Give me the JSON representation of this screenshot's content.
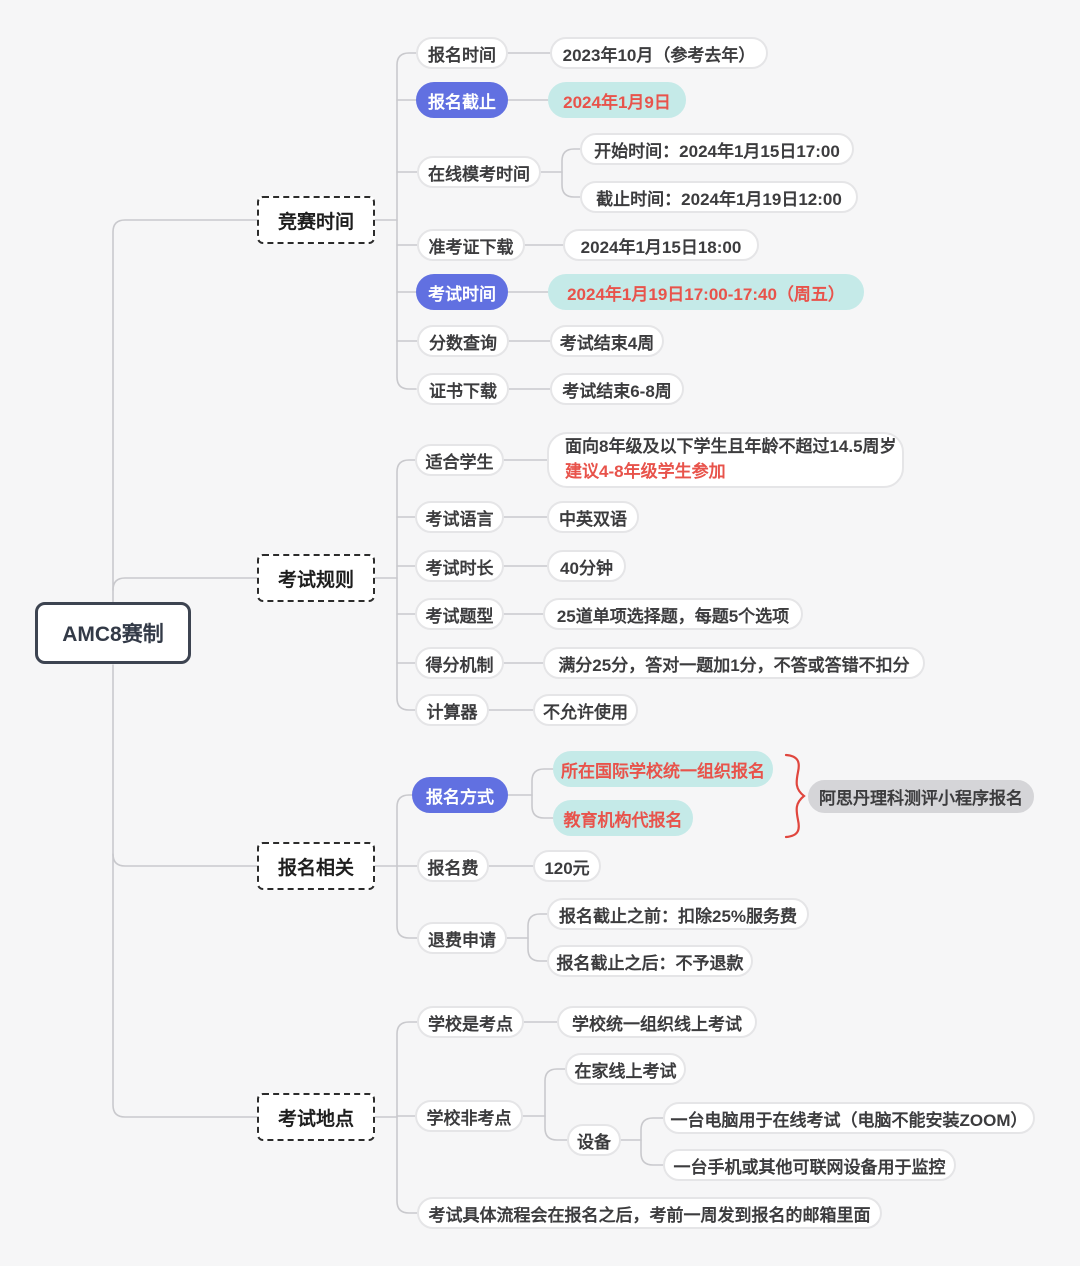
{
  "root": {
    "label": "AMC8赛制"
  },
  "branches": [
    {
      "label": "竞赛时间",
      "items": [
        {
          "label": "报名时间",
          "value": "2023年10月（参考去年）"
        },
        {
          "label": "报名截止",
          "value": "2024年1月9日"
        },
        {
          "label": "在线模考时间",
          "children": [
            "开始时间：2024年1月15日17:00",
            "截止时间：2024年1月19日12:00"
          ]
        },
        {
          "label": "准考证下载",
          "value": "2024年1月15日18:00"
        },
        {
          "label": "考试时间",
          "value": "2024年1月19日17:00-17:40（周五）"
        },
        {
          "label": "分数查询",
          "value": "考试结束4周"
        },
        {
          "label": "证书下载",
          "value": "考试结束6-8周"
        }
      ]
    },
    {
      "label": "考试规则",
      "items": [
        {
          "label": "适合学生",
          "value_line1": "面向8年级及以下学生且年龄不超过14.5周岁",
          "value_line2": "建议4-8年级学生参加"
        },
        {
          "label": "考试语言",
          "value": "中英双语"
        },
        {
          "label": "考试时长",
          "value": "40分钟"
        },
        {
          "label": "考试题型",
          "value": "25道单项选择题，每题5个选项"
        },
        {
          "label": "得分机制",
          "value": "满分25分，答对一题加1分，不答或答错不扣分"
        },
        {
          "label": "计算器",
          "value": "不允许使用"
        }
      ]
    },
    {
      "label": "报名相关",
      "items": [
        {
          "label": "报名方式",
          "children": [
            "所在国际学校统一组织报名",
            "教育机构代报名"
          ],
          "annotation": "阿思丹理科测评小程序报名"
        },
        {
          "label": "报名费",
          "value": "120元"
        },
        {
          "label": "退费申请",
          "children": [
            "报名截止之前：扣除25%服务费",
            "报名截止之后：不予退款"
          ]
        }
      ]
    },
    {
      "label": "考试地点",
      "items": [
        {
          "label": "学校是考点",
          "value": "学校统一组织线上考试"
        },
        {
          "label": "学校非考点",
          "children": [
            "在家线上考试"
          ],
          "device": {
            "label": "设备",
            "children": [
              "一台电脑用于在线考试（电脑不能安装ZOOM）",
              "一台手机或其他可联网设备用于监控"
            ]
          }
        },
        {
          "note": "考试具体流程会在报名之后，考前一周发到报名的邮箱里面"
        }
      ]
    }
  ],
  "colors": {
    "background": "#f6f6f7",
    "accent_blue": "#6170e1",
    "teal_highlight": "#c5eae8",
    "red_text": "#e8534b",
    "brace_red": "#e0463e",
    "gray_node": "#d5d5d8",
    "connector_line": "#c9c9cd"
  }
}
